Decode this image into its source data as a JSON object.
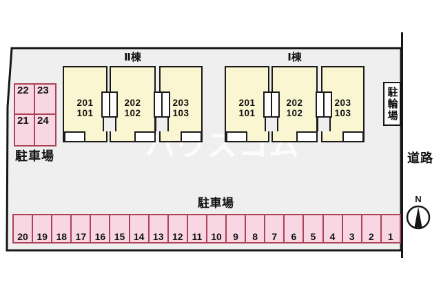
{
  "site": {
    "watermark": "ハウスコム",
    "fill_color": "#efefef"
  },
  "buildings": [
    {
      "label": "Ⅱ棟",
      "rooms": [
        {
          "upper": "201",
          "lower": "101"
        },
        {
          "upper": "202",
          "lower": "102"
        },
        {
          "upper": "203",
          "lower": "103"
        }
      ]
    },
    {
      "label": "Ⅰ棟",
      "rooms": [
        {
          "upper": "201",
          "lower": "101"
        },
        {
          "upper": "202",
          "lower": "102"
        },
        {
          "upper": "203",
          "lower": "103"
        }
      ]
    }
  ],
  "parking_block": {
    "label": "駐車場",
    "spaces": [
      "22",
      "23",
      "21",
      "24"
    ]
  },
  "parking_row": {
    "label": "駐車場",
    "spaces": [
      "20",
      "19",
      "18",
      "17",
      "16",
      "15",
      "14",
      "13",
      "12",
      "11",
      "10",
      "9",
      "8",
      "7",
      "6",
      "5",
      "4",
      "3",
      "2",
      "1"
    ]
  },
  "bicycle_parking": {
    "label": "駐輪場"
  },
  "road": {
    "label": "道路"
  },
  "compass": {
    "north_label": "N"
  },
  "colors": {
    "room_fill": "#fbf6d2",
    "parking_fill": "#f8d7e2",
    "parking_border": "#ab4257",
    "line": "#1a1a1a"
  }
}
